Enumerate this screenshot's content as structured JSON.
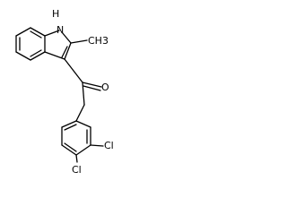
{
  "structure": {
    "labels": {
      "nh": "H",
      "n": "N",
      "methyl": "CH3",
      "oxygen": "O",
      "cl_meta": "Cl",
      "cl_para": "Cl"
    }
  }
}
